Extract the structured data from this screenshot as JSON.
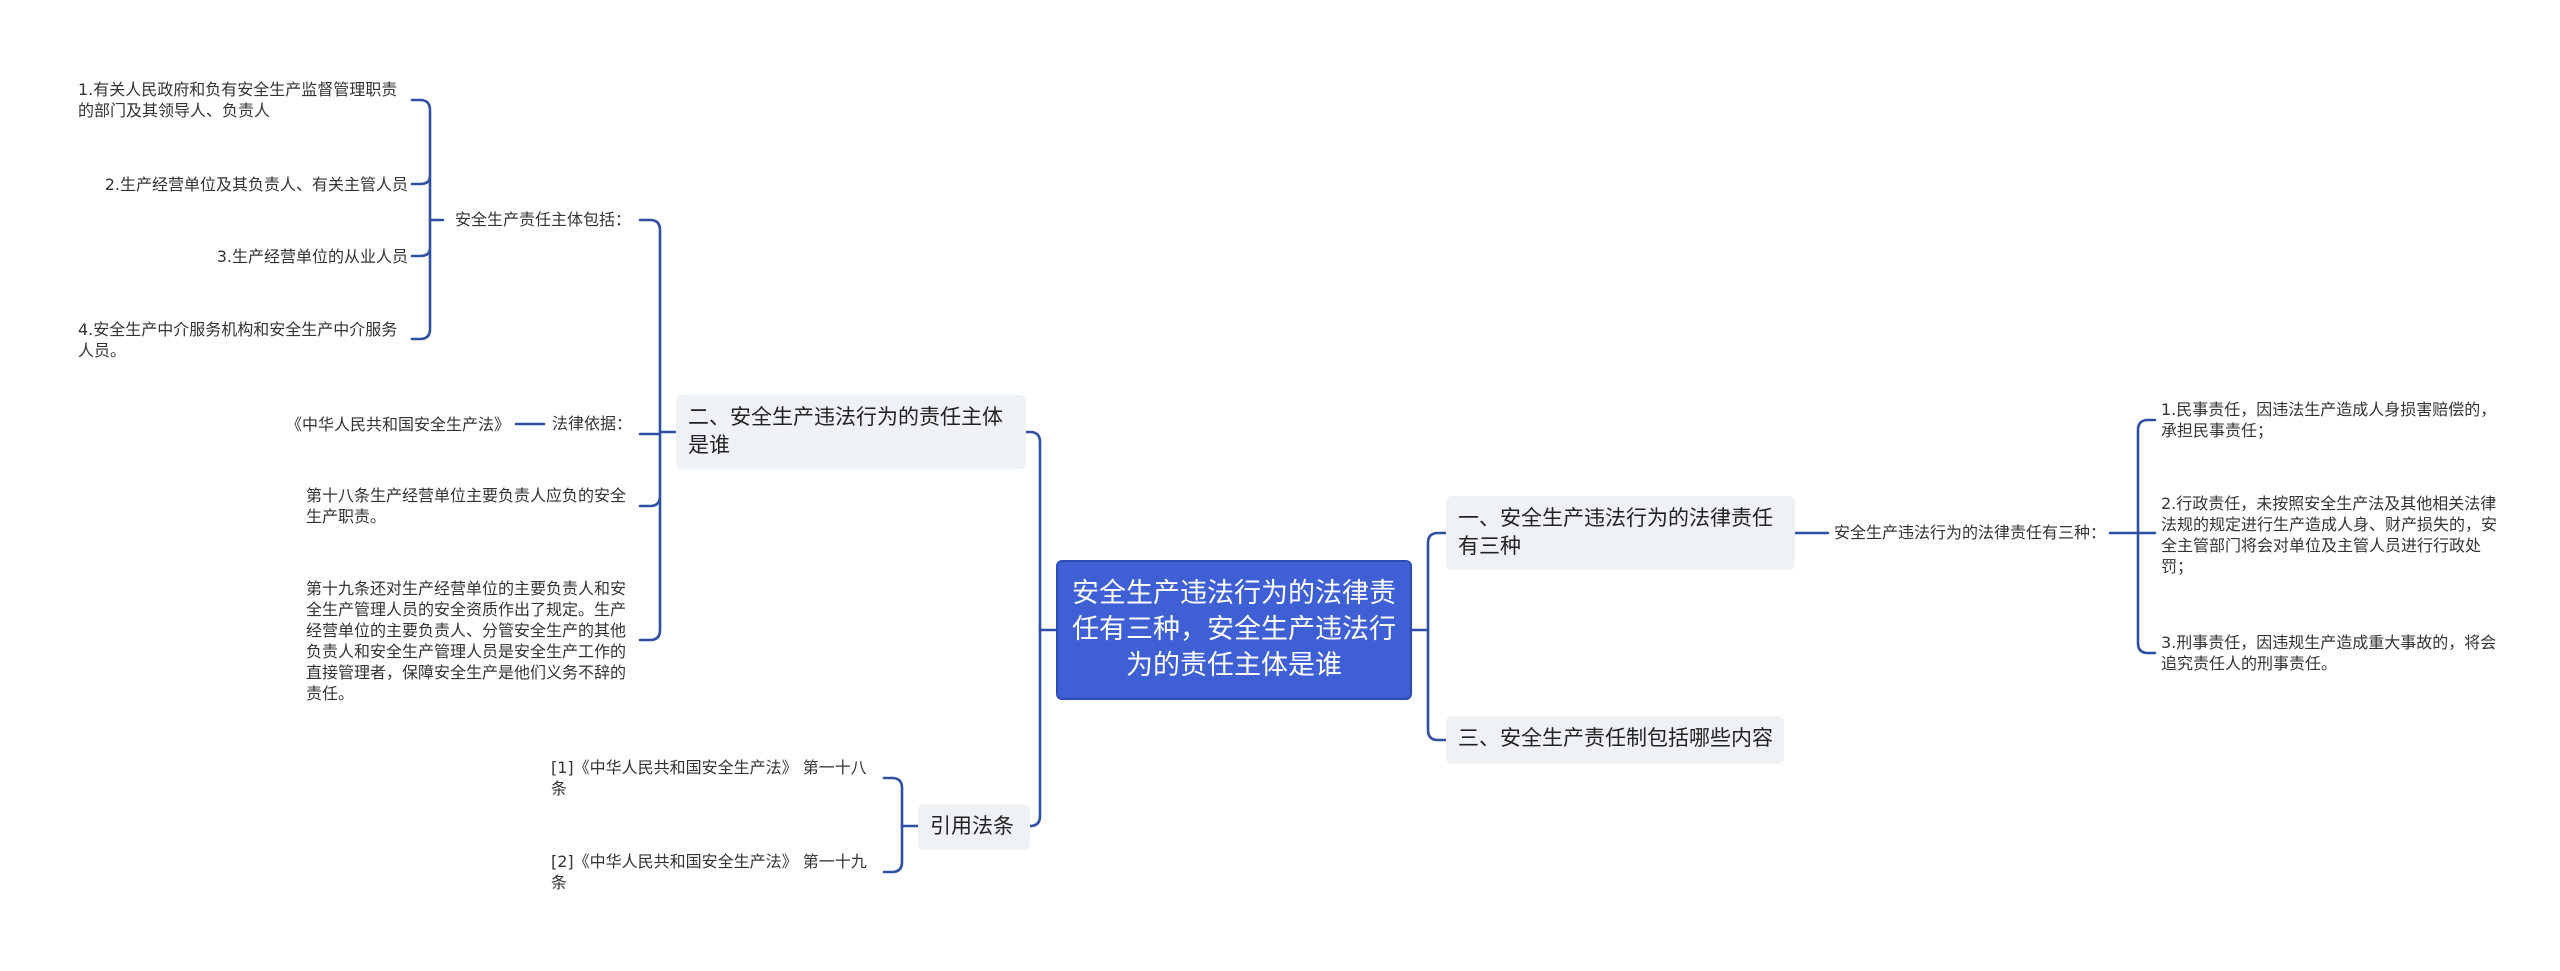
{
  "root": {
    "text": "安全生产违法行为的法律责任有三种，安全生产违法行为的责任主体是谁"
  },
  "right": {
    "branch1": {
      "title": "一、安全生产违法行为的法律责任有三种",
      "label": "安全生产违法行为的法律责任有三种：",
      "leaves": [
        "1.民事责任，因违法生产造成人身损害赔偿的，承担民事责任；",
        "2.行政责任，未按照安全生产法及其他相关法律法规的规定进行生产造成人身、财产损失的，安全主管部门将会对单位及主管人员进行行政处罚；",
        "3.刑事责任，因违规生产造成重大事故的，将会追究责任人的刑事责任。"
      ]
    },
    "branch3": {
      "title": "三、安全生产责任制包括哪些内容"
    }
  },
  "left": {
    "branch2": {
      "title": "二、安全生产违法行为的责任主体是谁",
      "subject": {
        "label": "安全生产责任主体包括：",
        "leaves": [
          "1.有关人民政府和负有安全生产监督管理职责的部门及其领导人、负责人",
          "2.生产经营单位及其负责人、有关主管人员",
          "3.生产经营单位的从业人员",
          "4.安全生产中介服务机构和安全生产中介服务人员。"
        ]
      },
      "basis": {
        "label": "法律依据：",
        "leaf": "《中华人民共和国安全生产法》"
      },
      "article18": "第十八条生产经营单位主要负责人应负的安全生产职责。",
      "article19": "第十九条还对生产经营单位的主要负责人和安全生产管理人员的安全资质作出了规定。生产经营单位的主要负责人、分管安全生产的其他负责人和安全生产管理人员是安全生产工作的直接管理者，保障安全生产是他们义务不辞的责任。"
    },
    "citations": {
      "title": "引用法条",
      "leaves": [
        "[1]《中华人民共和国安全生产法》 第一十八条",
        "[2]《中华人民共和国安全生产法》 第一十九条"
      ]
    }
  },
  "colors": {
    "root_fill": "#3f5fd4",
    "connector": "#2f4fa3",
    "topic_fill": "#eff2f5"
  }
}
